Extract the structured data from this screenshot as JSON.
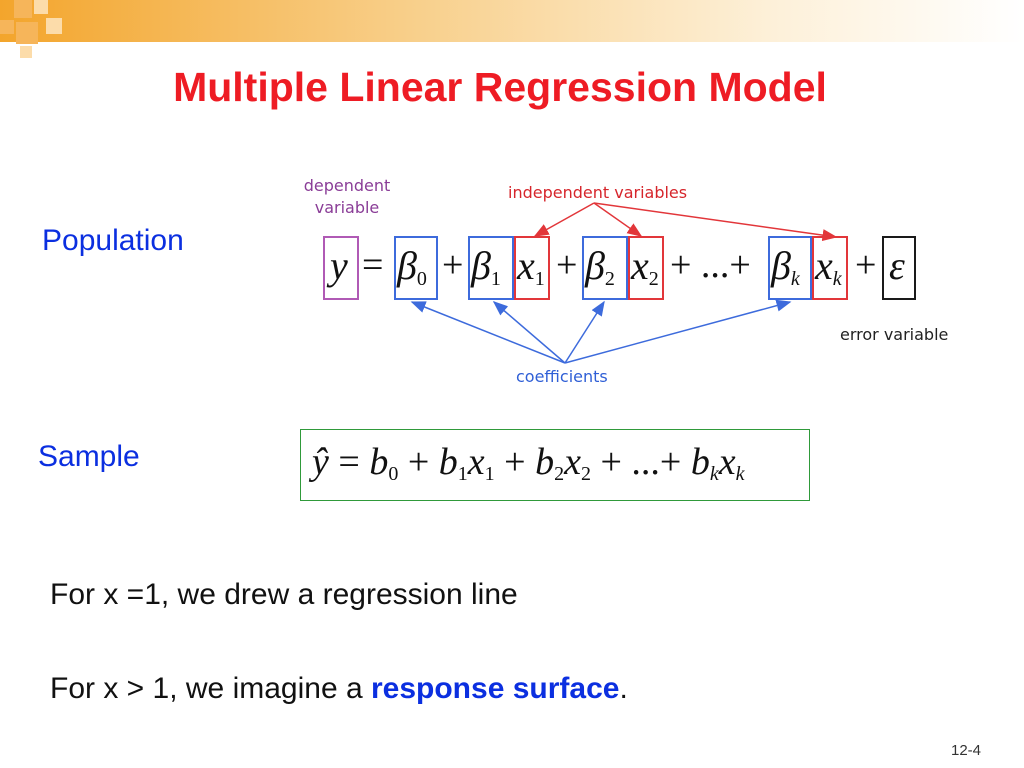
{
  "title": "Multiple Linear Regression Model",
  "labels": {
    "population": "Population",
    "sample": "Sample"
  },
  "annotations": {
    "dependent_line1": "dependent",
    "dependent_line2": "variable",
    "independent": "independent variables",
    "coefficients": "coefficients",
    "error": "error variable"
  },
  "population_equation": {
    "y": "y",
    "eq": "=",
    "beta": "β",
    "b0_sub": "0",
    "b1_sub": "1",
    "b2_sub": "2",
    "bk_sub": "k",
    "x": "x",
    "x1_sub": "1",
    "x2_sub": "2",
    "xk_sub": "k",
    "plus": "+",
    "ellipsis_plus": "+ ...+",
    "epsilon": "ε"
  },
  "sample_equation": {
    "yhat": "ŷ",
    "eq": "=",
    "b": "b",
    "x": "x",
    "s0": "0",
    "s1": "1",
    "s2": "2",
    "sk": "k",
    "plus": "+",
    "ellipsis_plus": "+ ...+"
  },
  "body": {
    "line1": "For x =1, we drew a regression line",
    "line2_prefix": "For x > 1, we imagine a ",
    "line2_emph": "response surface",
    "line2_suffix": "."
  },
  "page_number": "12-4",
  "colors": {
    "title": "#ee1c24",
    "label": "#0b2fe0",
    "purple": "#b05ab5",
    "blue": "#3d6bdc",
    "red": "#e2363a",
    "green": "#2f9a3a",
    "accent": "#f6b55a"
  }
}
